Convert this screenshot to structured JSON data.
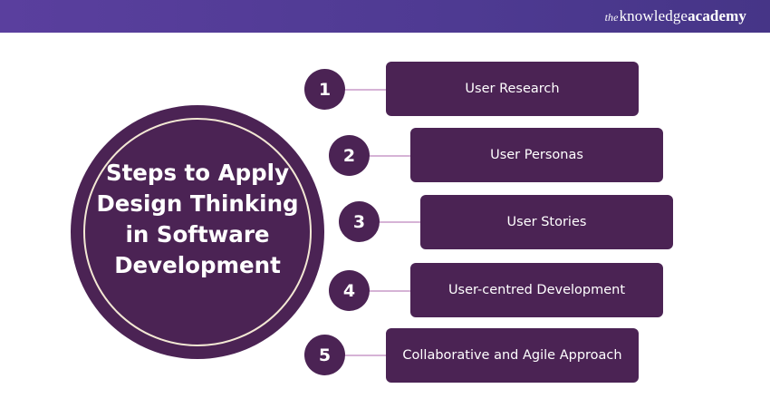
{
  "brand": {
    "prefix": "the",
    "middle": "knowledge",
    "suffix": "academy"
  },
  "diagram": {
    "title_lines": [
      "Steps to Apply",
      "Design Thinking",
      "in Software",
      "Development"
    ],
    "steps": [
      {
        "number": "1",
        "label": "User Research"
      },
      {
        "number": "2",
        "label": "User Personas"
      },
      {
        "number": "3",
        "label": "User Stories"
      },
      {
        "number": "4",
        "label": "User-centred Development"
      },
      {
        "number": "5",
        "label": "Collaborative and Agile Approach"
      }
    ]
  },
  "colors": {
    "header": "#4e3a92",
    "primary": "#4b2354",
    "ring": "#f3e8d4",
    "connector": "#d6b3d6"
  }
}
